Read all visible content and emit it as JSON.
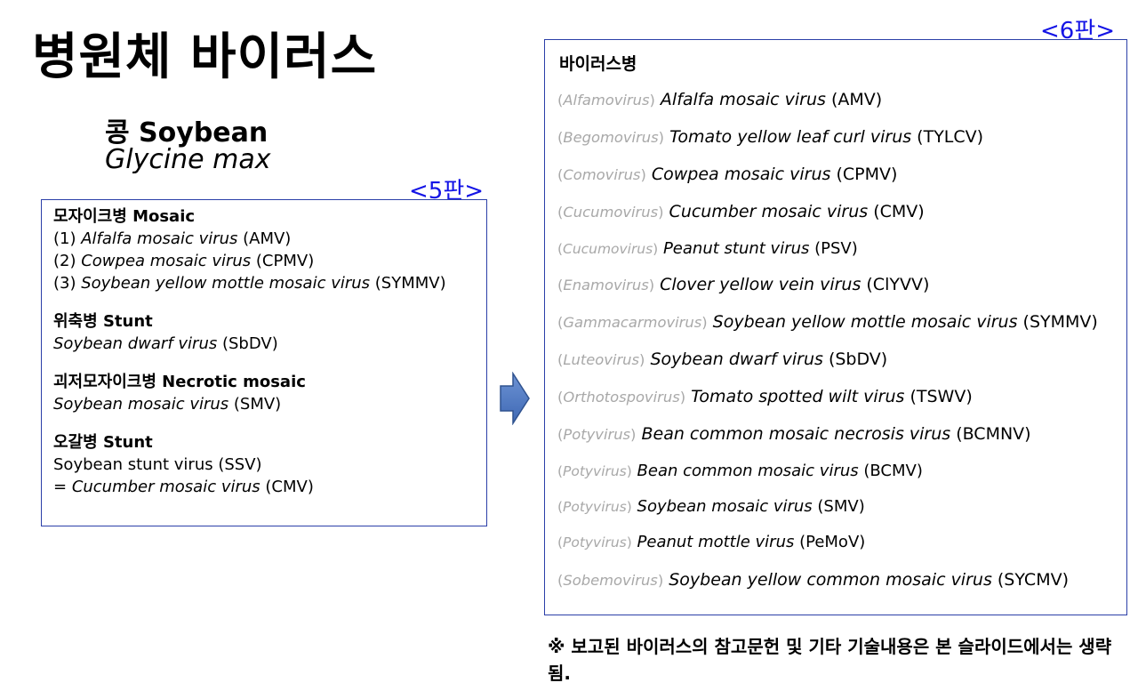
{
  "title": "병원체 바이러스",
  "crop": {
    "label": "콩 Soybean",
    "scientific": "Glycine max"
  },
  "edition5_label": "<5판>",
  "edition6_label": "<6판>",
  "box5": {
    "sections": [
      {
        "title": "모자이크병 Mosaic",
        "lines": [
          {
            "prefix": "(1) ",
            "name": "Alfalfa mosaic virus",
            "abbr": " (AMV)"
          },
          {
            "prefix": "(2) ",
            "name": "Cowpea mosaic virus",
            "abbr": " (CPMV)"
          },
          {
            "prefix": "(3) ",
            "name": "Soybean yellow mottle mosaic virus",
            "abbr": " (SYMMV)"
          }
        ]
      },
      {
        "title": "위축병 Stunt",
        "lines": [
          {
            "prefix": "",
            "name": "Soybean dwarf virus",
            "abbr": " (SbDV)"
          }
        ]
      },
      {
        "title": "괴저모자이크병 Necrotic mosaic",
        "lines": [
          {
            "prefix": "",
            "name": "Soybean mosaic virus",
            "abbr": " (SMV)"
          }
        ]
      },
      {
        "title": "오갈병 Stunt",
        "lines": [
          {
            "prefix": "Soybean stunt virus (SSV)",
            "name": "",
            "abbr": ""
          },
          {
            "prefix": "= ",
            "name": "Cucumber mosaic virus",
            "abbr": " (CMV)"
          }
        ]
      }
    ]
  },
  "box6": {
    "title": "바이러스병",
    "items": [
      {
        "genus": "Alfamovirus",
        "name": "Alfalfa mosaic virus",
        "abbr": " (AMV)"
      },
      {
        "genus": "Begomovirus",
        "name": "Tomato yellow leaf curl virus",
        "abbr": " (TYLCV)"
      },
      {
        "genus": "Comovirus",
        "name": "Cowpea mosaic virus",
        "abbr": " (CPMV)"
      },
      {
        "genus": "Cucumovirus",
        "name": "Cucumber mosaic virus",
        "abbr": " (CMV)"
      },
      {
        "genus": "Cucumovirus",
        "name": "Peanut stunt virus",
        "abbr": " (PSV)"
      },
      {
        "genus": "Enamovirus",
        "name": "Clover yellow vein virus",
        "abbr": " (ClYVV)"
      },
      {
        "genus": "Gammacarmovirus",
        "name": "Soybean yellow mottle mosaic virus",
        "abbr": " (SYMMV)"
      },
      {
        "genus": "Luteovirus",
        "name": "Soybean dwarf virus",
        "abbr": " (SbDV)"
      },
      {
        "genus": "Orthotospovirus",
        "name": "Tomato spotted wilt virus",
        "abbr": " (TSWV)"
      },
      {
        "genus": "Potyvirus",
        "name": "Bean common mosaic necrosis virus",
        "abbr": " (BCMNV)"
      },
      {
        "genus": "Potyvirus",
        "name": "Bean common mosaic virus",
        "abbr": " (BCMV)"
      },
      {
        "genus": "Potyvirus",
        "name": "Soybean mosaic virus",
        "abbr": " (SMV)"
      },
      {
        "genus": "Potyvirus",
        "name": "Peanut mottle virus",
        "abbr": " (PeMoV)"
      },
      {
        "genus": "Sobemovirus",
        "name": "Soybean yellow common mosaic virus",
        "abbr": " (SYCMV)"
      }
    ]
  },
  "note": "※ 보고된 바이러스의 참고문헌 및 기타 기술내용은 본 슬라이드에서는 생략됨."
}
